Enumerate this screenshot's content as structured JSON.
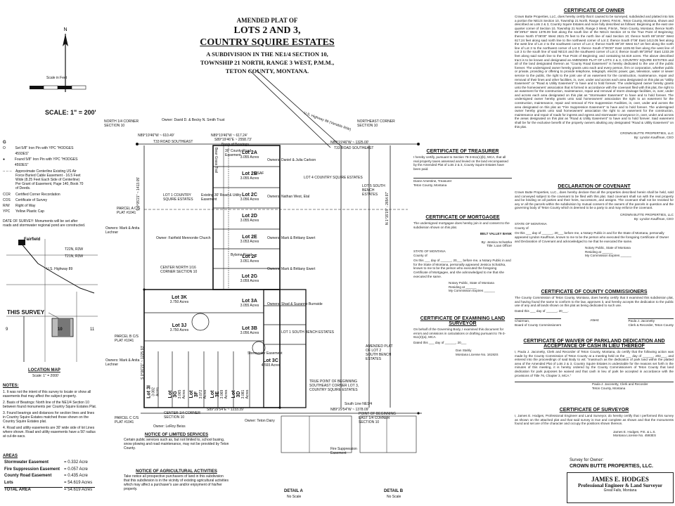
{
  "title": {
    "line1": "AMENDED PLAT OF",
    "line2": "LOTS 2 AND 3,",
    "line3": "COUNTRY SQUIRE ESTATES",
    "line4": "A SUBDIVISION IN THE NE1/4 SECTION 10,",
    "line5": "TOWNSHIP 21 NORTH, RANGE 3 WEST, P.M.M.,",
    "line6": "TETON COUNTY, MONTANA."
  },
  "scale": {
    "label": "SCALE: 1\" = 200'",
    "feet_label": "Scale in Feet"
  },
  "legend": {
    "heading": "G",
    "rows": [
      {
        "symbol": "O",
        "text": "Set 5/8\" Iron Pin with YPC \"HODGES 4593ES\""
      },
      {
        "symbol": "●",
        "text": "Found 5/8\" Iron Pin with YPC \"HODGES 4593ES\""
      },
      {
        "symbol": "-- -- --",
        "text": "Approximate Centerline Existing US Air Force Buried Cable Easement - 16.5 Feet Wide (8.25 Feet Each Side of Centerline) Per Grant of Easement, Page 140, Book 70 of Deeds."
      },
      {
        "symbol": "CCR",
        "text": "Certified Corner Recordation"
      },
      {
        "symbol": "COS",
        "text": "Certificate of Survey"
      },
      {
        "symbol": "R/W",
        "text": "Right of Way"
      },
      {
        "symbol": "YPC",
        "text": "Yellow Plastic Cap"
      }
    ]
  },
  "date_of_survey": "DATE OF SURVEY: Monuments will be set after roads and stormwater regional pond are constructed.",
  "location_map": {
    "title": "LOCATION MAP",
    "scale": "Scale: 1\" = 2000'",
    "this_survey": "THIS SURVEY",
    "town": "Fairfield",
    "sections": [
      "9",
      "10",
      "11"
    ],
    "highways": [
      "T22N, R3W",
      "T21N, R3W",
      "U.S. Highway 89"
    ]
  },
  "notes": {
    "heading": "NOTES:",
    "items": [
      "1. It was not the intent of this survey to locate or show all easements that may affect the subject property.",
      "2. Basis of Bearings: North line of the NE1/4 Section 10 between found monuments per Country Squire Estates Plat.",
      "3. Found bearings and distances for section lines and lines in Country Squire Estates matched those shown on the Country Squire Estates plat.",
      "4. Road and utility easements are 30' wide side of lot Lines where shown. Road and utility easements have a 50' radius at cul-de-sacs."
    ]
  },
  "areas": {
    "heading": "AREAS",
    "rows": [
      {
        "label": "Stormwater Easement",
        "value": "= 0.332 Acre"
      },
      {
        "label": "Fire Suppression Easement",
        "value": "= 0.057 Acre"
      },
      {
        "label": "County Road Easement",
        "value": "= 0.435 Acre"
      },
      {
        "label": "Lots",
        "value": "= 54.619 Acres"
      },
      {
        "label": "TOTAL AREA",
        "value": "= 54.619 Acres"
      }
    ]
  },
  "limited_services": {
    "heading": "NOTICE OF LIMITED SERVICES",
    "text": "Certain public services such as, but not limited to, school busing, snow plowing and road maintenance, may not be provided by Teton County."
  },
  "agricultural": {
    "heading": "NOTICE OF AGRICULTURAL ACTIVITIES",
    "text": "Take notice all prospective purchasers of land in this subdivision that this subdivision is in the vicinity of existing agricultural activities which may affect a purchaser's use and/or enjoyment of his/her property."
  },
  "lots": [
    {
      "name": "Lot 2A",
      "acres": "3.055 Acres"
    },
    {
      "name": "Lot 2B",
      "acres": "3.055 Acres"
    },
    {
      "name": "Lot 2C",
      "acres": "3.056 Acres"
    },
    {
      "name": "Lot 2D",
      "acres": "3.055 Acres"
    },
    {
      "name": "Lot 2E",
      "acres": "3.053 Acres"
    },
    {
      "name": "Lot 2F",
      "acres": "3.051 Acres"
    },
    {
      "name": "Lot 2G",
      "acres": "3.059 Acres"
    },
    {
      "name": "Lot 3K",
      "acres": "3.750 Acres"
    },
    {
      "name": "Lot 3A",
      "acres": "3.055 Acres"
    },
    {
      "name": "Lot 3J",
      "acres": "3.750 Acres"
    },
    {
      "name": "Lot 3B",
      "acres": "3.056 Acres"
    },
    {
      "name": "Lot 3I",
      "acres": "3.082 Acres"
    },
    {
      "name": "Lot 3G",
      "acres": "3.065 Acres"
    },
    {
      "name": "Lot 3F",
      "acres": "3.072 Acres"
    },
    {
      "name": "Lot 3E",
      "acres": "3.069 Acres"
    },
    {
      "name": "Lot 3D",
      "acres": "3.081 Acres"
    },
    {
      "name": "Lot 3C",
      "acres": "4.593 Acres"
    }
  ],
  "plat_labels": {
    "top_bearing": "S89°19'46\"E ~ 2558.73'",
    "top_bearing_sub": "Basis of Bearings",
    "owner_top": "Owner: David D. & Becky N. Smith Trust",
    "north_corner": "NORTH 1/4 CORNER SECTION 10",
    "northeast_corner": "NORTHEAST CORNER SECTION 10",
    "n_line_1": "N89°19'46\"W ~ 610.49'",
    "n_line_2": "N89°19'46\"W ~ 617.24'",
    "n_line_3": "N89°19'46\"W ~ 1325.00'",
    "road_left": "T33 ROAD SOUTHEAST",
    "road_right": "T33 ROAD SOUTHEAST",
    "road_center": "Bylsma Road",
    "road_vert": "Bear Grass Trail",
    "highway": "U.S. Highway 89 (Variable R/W)",
    "center_corner": "CENTER NORTH 1/16 CORNER SECTION 10",
    "center_quarter": "CENTER 1/4 CORNER SECTION 10",
    "south_bearing": "S89°29'54\"E ~ 1233.39'",
    "south_bearing_2": "N89°29'54\"W ~ 1378.09'",
    "east_bearing": "N 1°15'15\" - 2654.97'",
    "west_bearing": "S 0°05'21\" ~ 1413.05'",
    "west_bearing_2": "S 0°06'21\" ~ 1225.93'",
    "parcel_a": "PARCEL A C/S PLAT #1041",
    "parcel_b": "PARCEL B C/S PLAT #1041",
    "parcel_c": "PARCEL C C/S PLAT #1041",
    "owner_left_1": "Owners: Mark & Anita Lechner",
    "owner_left_2": "Owner: Fairfield Mennonite Church",
    "owner_left_3": "Owners: Mark & Anita Lechner",
    "owner_bottom": "Owner: LeRoy Beiss",
    "owner_right_1": "Owners: Daniel & Julia Carlson",
    "owner_right_2": "Owners: Nathan West, Etal",
    "owner_right_3": "Owners: Mark & Brittany Ewert",
    "owner_right_4": "Owners: Mark & Brittany Ewert",
    "owner_right_5": "Owners: Shad & Suzanne Burnside",
    "lot1_left": "LOT 1 COUNTRY SQUIRE ESTATES",
    "lot4_right": "LOT 4 COUNTRY SQUIRE ESTATES",
    "lot5_right": "LOT 5 SOUTH BENCH ESTATES",
    "lot1_bottom": "LOT 1 SOUTH BENCH ESTATES",
    "lot2_bottom": "AMENDED PLAT OF LOT 2 SOUTH BENCH ESTATES",
    "true_point": "TRUE POINT OF BEGINNING SOUTHEAST CORNER LOT 3, COUNTRY SQUIRE ESTATES",
    "point_beginning": "POINT OF BEGINNING EAST 1/4 CORNER SECTION 10",
    "south_line": "South Line NE1/4",
    "detail_a": "DETAIL A",
    "detail_b": "DETAIL B",
    "no_scale": "No Scale",
    "owner_teton": "Owner: Teton Dairy",
    "stormwater": "Stormwater Easement",
    "fire_suppression": "Fire Suppression Easement",
    "county_road": "30' County Road Easement",
    "existing_easement": "Existing 30' Road & Utility Easement",
    "usaf": "USAF"
  },
  "certificates": {
    "owner": {
      "heading": "CERTIFICATE OF OWNER",
      "text": "Crown Butte Properties, LLC, does hereby certify that it caused to be surveyed, subdivided and platted into lots a portion the NE1/4 Section 10, Township 21 North, Range 3 West, P.M.M., Teton County, Montana, shown and described as Lots 2 & 3, Country Squire Estates and more fully described as follows: Beginning at the east one quarter corner of Section 10, Township 21 North, Range 3 West, P.M.M., Teton County, Montana; thence North 89°29'54\" West 1378.09 feet along the south line of the NE1/4 Section 10 to the True Point of Beginning; thence North 0°06'00\" West 2621.79 feet to the north line of said Section 10; thence North 89°19'46\" West 617.24 feet along said north line to the northwest corner of Lot 2; thence South 0°06' East 1413.05 feet along the west line of Lot 2 to the southwest corner of Lot 2; thence North 89°20' West 617.18 feet along the north line of Lot 3 to the northwest corner of Lot 3; thence South 0°06'20\" East 1225.93 feet along the west line of Lot 3 to the south line of said NE1/4 and the southwest corner of Lot 3; thence South 89°29'54\" East 1233.39 feet along said south line to the True Point of Beginning; and containing 54.619 acres. The above described tract is to be known and designated as AMENDED PLAT OF LOTS 2 & 3, COUNTRY SQUIRE ESTATES and all of the land designated thereon as \"County Road Easement\" is hereby dedicated to the use of the public forever. The undersigned owner hereby grants unto each and every person, firm or corporation, whether public or private, providing or offering to provide telephone, telegraph, electric power, gas, television, water or sewer service to the public, the right to the joint use of an easement for the construction, maintenance, repair and removal of their lines and other facilities, in, over, under and across each area designated on this plat as \"Utility Easement\" or \"Road & Utility Easement\" to have and to hold forever. The undersigned owner hereby grants unto the homeowners' association that is formed in accordance with the covenant filed with this plat, the right to an easement for the construction, maintenance, repair and removal of storm drainage facilities, in, over, under and across each area designated on this plat as \"Stormwater Easement\" to have and to hold forever. The undersigned owner hereby grants unto said homeowners' association the right to an easement for the construction, maintenance, repair and removal of Fire Suppression Facilities, in, over, under and across the area designated on this plat as \"Fire Suppression Easement\" to have and to hold forever. The undersigned owner hereby grants unto said homeowners' association the right to an easement for the construction, maintenance and repair of roads for ingress and egress and stormwater conveyance in, over, under and across the areas designated on this plat as \"Road & Utility Easement\" to have and to hold forever. Said easement shall be for the exclusive benefit of the property owners abutting any designated \"Road & Utility Easement\" on this plat.",
      "signer_company": "CROWN BUTTE PROPERTIES, LLC",
      "signer": "By: Lyndon Kauffman, CEO"
    },
    "covenant": {
      "heading": "DECLARATION OF COVENANT",
      "text": "Crown Butte Properties, LLC., does hereby declare that all the properties described herein shall be held, sold and conveyed subject to the covenant to be filed with this plat. Said covenant shall run with the real property and be binding on all parties and their heirs, successors, and assigns. The covenant shall not be revoked for any or all the parcels within the subdivision by mutual consent of the owners of the parcels in question and the governing body of Teton County which is deemed to be a party to and may enforce the covenant.",
      "signer_company": "CROWN BUTTE PROPERTIES, LLC",
      "signer": "By: Lyndon Kauffman, CEO",
      "state": "STATE OF MONTANA",
      "county": "County of",
      "notary_text": "On this ___ day of ______, 20___ before me, a Notary Public in and for the State of Montana, personally appeared Lyndon Kauffman, known to me to be the person who executed the foregoing Certificate of Owner and Declaration of Covenant and acknowledged to me that he executed the same.",
      "notary_sig": "Notary Public, State of Montana\nResiding at ______\nMy Commission Expires ______"
    },
    "treasurer": {
      "heading": "CERTIFICATE OF TREASURER",
      "text": "I hereby certify, pursuant to Section 76-3-611(1)(b), MCA, that all real property taxes assessed and levied on the land encompassed by the Amended Plat of Lots 2 & 3, County Squire Estates have been paid.",
      "signer": "Diane Amestine, Treasurer\nTeton County, Montana"
    },
    "mortgagee": {
      "heading": "CERTIFICATE OF MORTGAGEE",
      "text": "The undersigned mortgagee does hereby join in and consent to the subdivision shown on this plat.",
      "bank": "BELT VALLEY BANK",
      "signer": "By: Jessica Schatzka\nTitle: Loan Officer",
      "state": "STATE OF MONTANA",
      "county": "County of",
      "notary": "On this ___ day of ______, 20___ before me, a Notary Public in and for the State of Montana, personally appeared Jessica Schatzka, known to me to be the person who executed the foregoing Certificate of Mortgagee, and she acknowledged to me that she executed the same.",
      "notary_sig": "Notary Public, State of Montana\nResiding at ______\nMy Commission Expires ______"
    },
    "examining": {
      "heading": "CERTIFICATE OF EXAMINING LAND SURVEYOR",
      "text": "On behalf of the Governing Body, I examined this document for errors and omissions in calculations or drafting pursuant to 76-3-611(2)(a), MCA.",
      "date": "Dated this ___ day of ______, 20___",
      "signer": "Dan Stahly\nMontana License No. 16192S"
    },
    "commissioners": {
      "heading": "CERTIFICATE OF COUNTY COMMISSIONERS",
      "text": "The County Commission of Teton County, Montana, does hereby certify that it examined this subdivision plat, and having found the same to conform to the law, approves it, and hereby accepts the dedication to the public use of any and all lands shown on this plat as being dedicated to such use.",
      "date": "Dated this ___ day of ______, 20___.",
      "chairman": "Chairman,\nBoard of County Commissioners",
      "attest": "Attest:",
      "clerk": "Paula J. Jaconetty\nClerk & Recorder, Teton County"
    },
    "waiver": {
      "heading": "CERTIFICATE OF WAIVER OF PARKLAND DEDICATION AND ACCEPTANCE OF CASH IN LIEU THEREOF",
      "text": "I, Paula J. Jaconetty, Clerk and Recorder of Teton County, Montana, do certify that the following action was made by the County Commission of Teton County at a meeting held on the ___ day of ______, 202___, and entered into the proceedings of said Body to wit: \"Inasmuch as the dedication of park land within the platted area of the Amended Plat of Lots 2 & 3, Country Squire Estates is undesirable for the reasons set forth in the minutes of this meeting, it is hereby ordered by the County Commissioners of Teton County that land dedication for park purposes be waived and that cash in lieu of park be accepted in accordance with the provisions of Title 76, Chapter 3, MCA.\"",
      "signer": "Paula J. Jaconetty, Clerk and Recorder\nTeton County, Montana"
    },
    "surveyor": {
      "heading": "CERTIFICATE OF SURVEYOR",
      "text": "I, James E. Hodges, Professional Engineer and Land Surveyor, do hereby certify that I performed this survey as shown on the attached plat and that said survey is true and complete as shown and that the monuments found and set are of the character and occupy the positions shown thereon.",
      "signer": "James E. Hodges, P.E. & L.S.\nMontana License No. 4593ES"
    }
  },
  "title_block": {
    "survey_for": "Survey for Owner:",
    "owner": "CROWN BUTTE PROPERTIES, LLC.",
    "firm": "JAMES E. HODGES",
    "firm_title": "Professional Engineer & Land Surveyor",
    "firm_city": "Great Falls, Montana"
  }
}
